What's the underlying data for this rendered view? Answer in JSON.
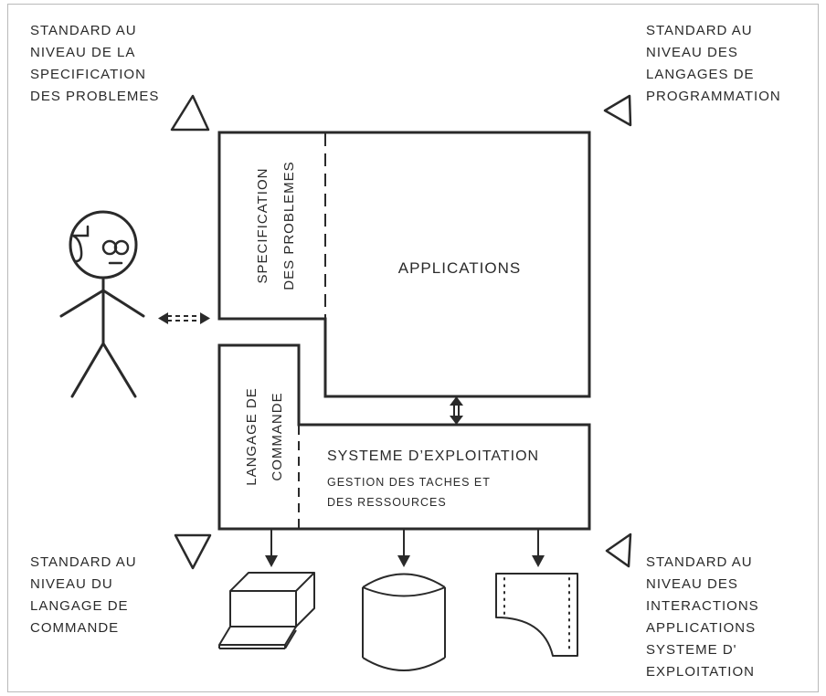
{
  "corners": {
    "top_left": "STANDARD AU\nNIVEAU DE LA\nSPECIFICATION\nDES PROBLEMES",
    "top_right": "STANDARD AU\nNIVEAU DES\nLANGAGES DE\nPROGRAMMATION",
    "bottom_left": "STANDARD AU\nNIVEAU DU\nLANGAGE DE\nCOMMANDE",
    "bottom_right": "STANDARD AU\nNIVEAU DES\nINTERACTIONS\nAPPLICATIONS\nSYSTEME D'\nEXPLOITATION"
  },
  "boxes": {
    "spec_line1": "SPECIFICATION",
    "spec_line2": "DES PROBLEMES",
    "applications": "APPLICATIONS",
    "langage_line1": "LANGAGE DE",
    "langage_line2": "COMMANDE",
    "systeme_title": "SYSTEME D’EXPLOITATION",
    "systeme_sub1": "GESTION DES TACHES ET",
    "systeme_sub2": "DES RESSOURCES"
  }
}
